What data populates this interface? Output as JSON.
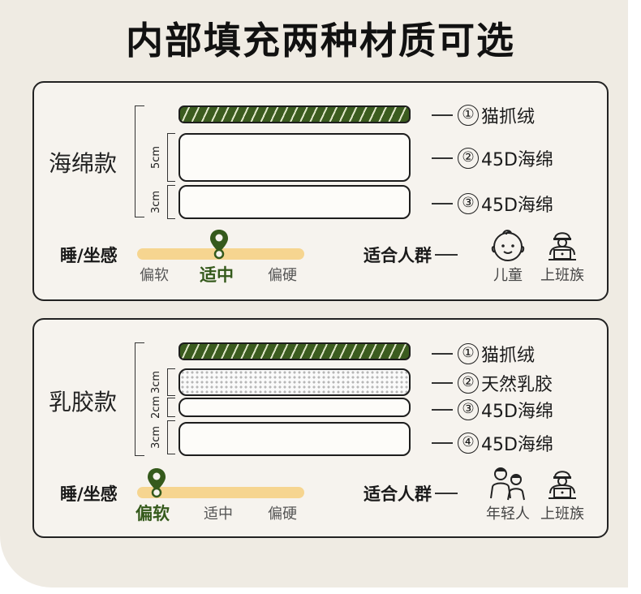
{
  "title": "内部填充两种材质可选",
  "sponge": {
    "name": "海绵款",
    "dims": [
      "5cm",
      "3cm"
    ],
    "layers": [
      {
        "num": "①",
        "name": "猫抓绒"
      },
      {
        "num": "②",
        "name": "45D海绵"
      },
      {
        "num": "③",
        "name": "45D海绵"
      }
    ],
    "feel_title": "睡/坐感",
    "feel_ticks": [
      "偏软",
      "适中",
      "偏硬"
    ],
    "feel_selected": "适中",
    "crowd_title": "适合人群",
    "crowd": [
      {
        "label": "儿童",
        "icon": "child-face-icon"
      },
      {
        "label": "上班族",
        "icon": "office-worker-icon"
      }
    ]
  },
  "latex": {
    "name": "乳胶款",
    "dims": [
      "3cm",
      "2cm",
      "3cm"
    ],
    "layers": [
      {
        "num": "①",
        "name": "猫抓绒"
      },
      {
        "num": "②",
        "name": "天然乳胶"
      },
      {
        "num": "③",
        "name": "45D海绵"
      },
      {
        "num": "④",
        "name": "45D海绵"
      }
    ],
    "feel_title": "睡/坐感",
    "feel_ticks": [
      "偏软",
      "适中",
      "偏硬"
    ],
    "feel_selected": "偏软",
    "crowd_title": "适合人群",
    "crowd": [
      {
        "label": "年轻人",
        "icon": "young-people-icon"
      },
      {
        "label": "上班族",
        "icon": "office-worker-icon"
      }
    ]
  },
  "colors": {
    "accent_green": "#355a1c",
    "slider_yellow": "#f6d590",
    "background": "#efebe3"
  }
}
